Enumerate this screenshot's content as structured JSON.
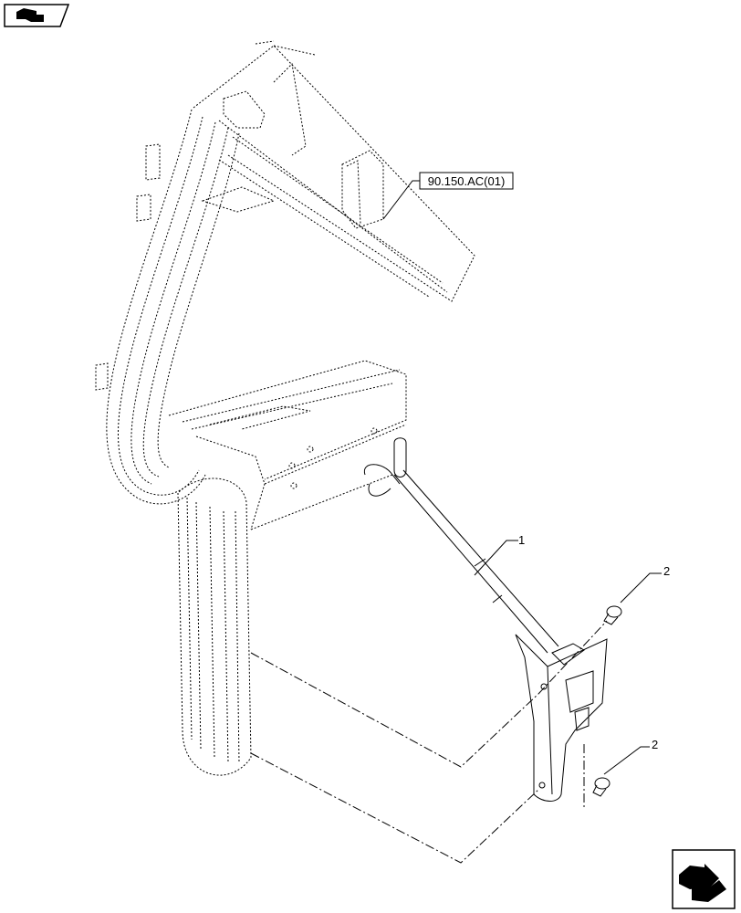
{
  "diagram": {
    "reference_label": "90.150.AC(01)",
    "callouts": [
      {
        "id": "part-1",
        "label": "1"
      },
      {
        "id": "part-2-upper",
        "label": "2"
      },
      {
        "id": "part-2-lower",
        "label": "2"
      }
    ]
  },
  "navigation": {
    "top_button_icon": "previous-page-arrow-icon",
    "bottom_button_icon": "next-page-arrow-icon"
  }
}
